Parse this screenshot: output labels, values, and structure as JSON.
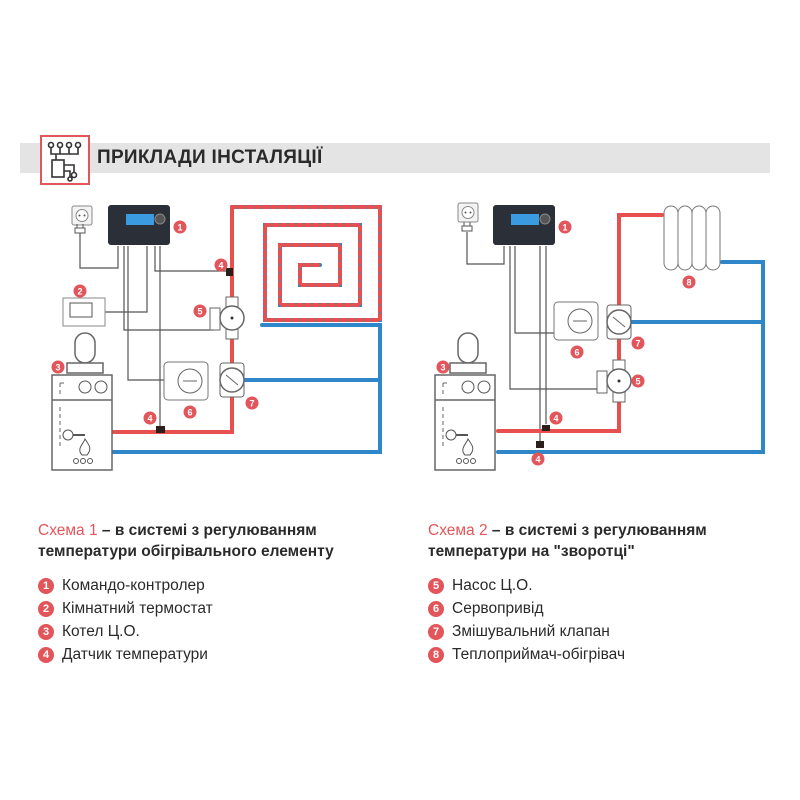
{
  "header": {
    "title": "ПРИКЛАДИ ІНСТАЛЯЦІЇ",
    "icon": "installation-scheme-icon"
  },
  "badges": {
    "n1": "1",
    "n2": "2",
    "n3": "3",
    "n4": "4",
    "n5": "5",
    "n6": "6",
    "n7": "7",
    "n8": "8"
  },
  "colors": {
    "accent": "#e2555a",
    "hot_pipe": "#e8504f",
    "cold_pipe": "#2f86c8",
    "device": "#2b3038"
  },
  "scheme1": {
    "label": "Схема 1",
    "desc_a": " – в системі з регулюванням",
    "desc_b": "температури обігрівального елементу",
    "items": [
      {
        "num": "1",
        "label": "Командо-контролер"
      },
      {
        "num": "2",
        "label": "Кімнатний термостат"
      },
      {
        "num": "3",
        "label": "Котел Ц.О."
      },
      {
        "num": "4",
        "label": "Датчик температури"
      }
    ]
  },
  "scheme2": {
    "label": "Схема 2",
    "desc_a": " – в системі з регулюванням",
    "desc_b": "температури на \"зворотці\"",
    "items": [
      {
        "num": "5",
        "label": "Насос Ц.О."
      },
      {
        "num": "6",
        "label": "Сервопривід"
      },
      {
        "num": "7",
        "label": "Змішувальний клапан"
      },
      {
        "num": "8",
        "label": "Теплоприймач-обігрівач"
      }
    ]
  }
}
